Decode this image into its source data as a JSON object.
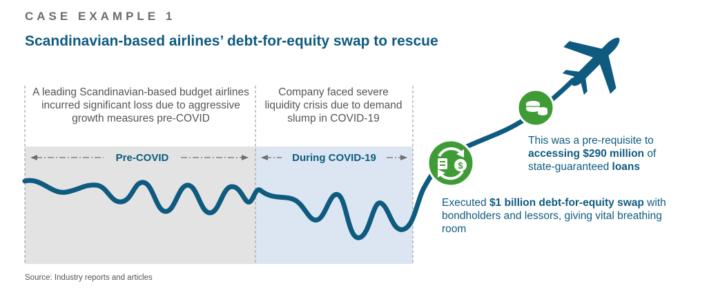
{
  "header": {
    "kicker": "CASE EXAMPLE 1",
    "title": "Scandinavian-based airlines’ debt-for-equity swap to rescue"
  },
  "phases": {
    "pre_covid": {
      "label": "Pre-COVID",
      "description": "A leading Scandinavian-based budget airlines incurred significant loss due to aggressive growth measures pre-COVID"
    },
    "during_covid": {
      "label": "During COVID-19",
      "description": "Company faced severe liquidity crisis due to demand slump in COVID-19"
    }
  },
  "annotations": {
    "loans": {
      "line1": "This was a pre-requisite to",
      "bold1": "accessing $290 million",
      "mid": " of",
      "line3": "state-guaranteed ",
      "bold2": "loans"
    },
    "swap": {
      "pre": "Executed ",
      "bold": "$1 billion debt-for-equity swap",
      "post": " with bondholders and lessors, giving vital breathing room"
    }
  },
  "icons": {
    "swap": "debt-equity-swap-icon",
    "coins": "coins-icon",
    "plane": "airplane-icon"
  },
  "colors": {
    "primary": "#0e5b7f",
    "green": "#3f9b35",
    "pre_covid_bg": "#e3e3e3",
    "covid_bg": "#dbe6f2",
    "text_gray": "#555555"
  },
  "footer": {
    "source": "Source: Industry reports and articles"
  }
}
